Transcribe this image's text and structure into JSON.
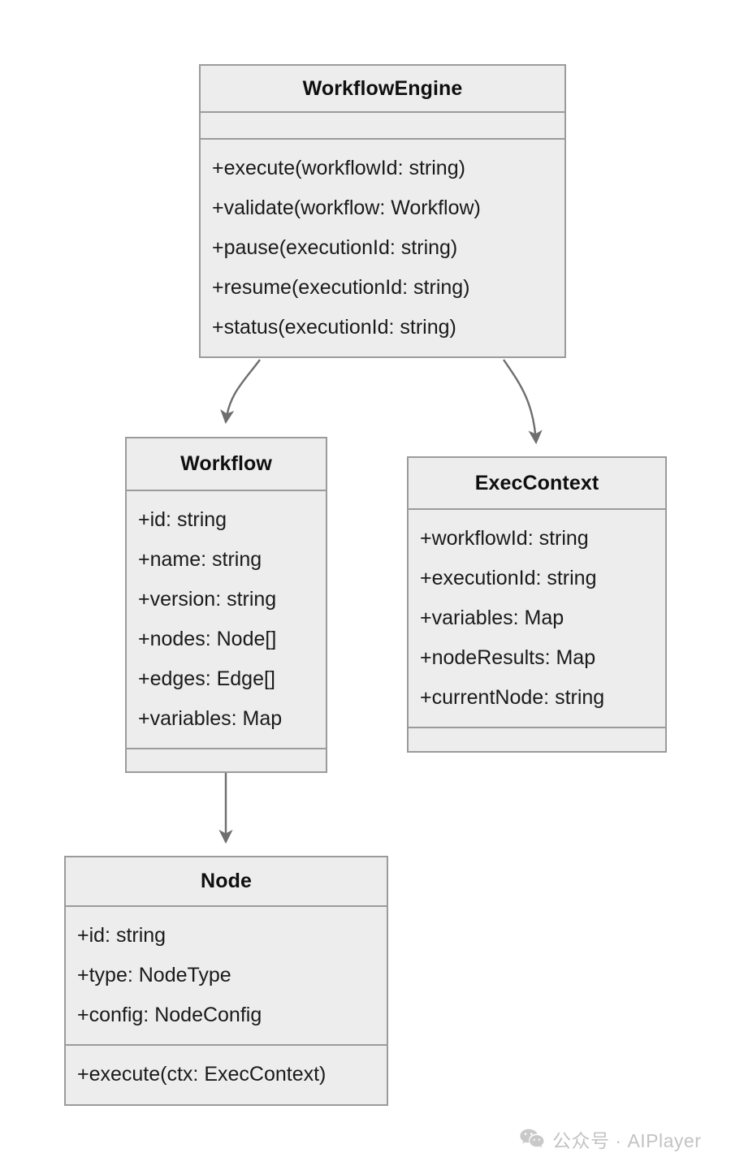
{
  "diagram": {
    "type": "uml-class-diagram",
    "background_color": "#ffffff",
    "box_fill_color": "#ededed",
    "box_border_color": "#9b9b9b",
    "text_color": "#1a1a1a",
    "edge_color": "#6e6e6e",
    "classes": [
      {
        "id": "workflow-engine",
        "name": "WorkflowEngine",
        "attributes": [],
        "methods": [
          "+execute(workflowId: string)",
          "+validate(workflow: Workflow)",
          "+pause(executionId: string)",
          "+resume(executionId: string)",
          "+status(executionId: string)"
        ]
      },
      {
        "id": "workflow",
        "name": "Workflow",
        "attributes": [
          "+id: string",
          "+name: string",
          "+version: string",
          "+nodes: Node[]",
          "+edges: Edge[]",
          "+variables: Map"
        ],
        "methods": []
      },
      {
        "id": "exec-context",
        "name": "ExecContext",
        "attributes": [
          "+workflowId: string",
          "+executionId: string",
          "+variables: Map",
          "+nodeResults: Map",
          "+currentNode: string"
        ],
        "methods": []
      },
      {
        "id": "node",
        "name": "Node",
        "attributes": [
          "+id: string",
          "+type: NodeType",
          "+config: NodeConfig"
        ],
        "methods": [
          "+execute(ctx: ExecContext)"
        ]
      }
    ],
    "edges": [
      {
        "id": "edge-engine-workflow",
        "from": "workflow-engine",
        "to": "workflow",
        "style": "curved",
        "arrow": "filled-triangle"
      },
      {
        "id": "edge-engine-execcontext",
        "from": "workflow-engine",
        "to": "exec-context",
        "style": "curved",
        "arrow": "filled-triangle"
      },
      {
        "id": "edge-workflow-node",
        "from": "workflow",
        "to": "node",
        "style": "straight",
        "arrow": "filled-triangle"
      }
    ]
  },
  "watermark": {
    "icon": "wechat-icon",
    "text": "公众号 · AIPlayer",
    "color": "#c3c3c3"
  }
}
